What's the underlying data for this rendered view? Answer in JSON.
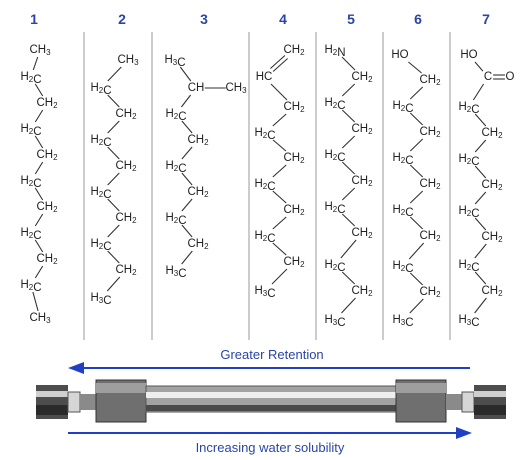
{
  "columns": [
    {
      "number": "1",
      "groups": [
        "CH3",
        "H2C",
        "CH2",
        "H2C",
        "CH2",
        "H2C",
        "CH2",
        "H2C",
        "CH2",
        "H2C",
        "CH3"
      ],
      "bonds": [
        [
          0,
          1
        ],
        [
          1,
          2
        ],
        [
          2,
          3
        ],
        [
          3,
          4
        ],
        [
          4,
          5
        ],
        [
          5,
          6
        ],
        [
          6,
          7
        ],
        [
          7,
          8
        ],
        [
          8,
          9
        ],
        [
          9,
          10
        ]
      ]
    },
    {
      "number": "2",
      "groups": [
        "CH3",
        "H2C",
        "CH2",
        "H2C",
        "CH2",
        "H2C",
        "CH2",
        "H2C",
        "CH2",
        "H3C"
      ],
      "bonds": [
        [
          0,
          1
        ],
        [
          1,
          2
        ],
        [
          2,
          3
        ],
        [
          3,
          4
        ],
        [
          4,
          5
        ],
        [
          5,
          6
        ],
        [
          6,
          7
        ],
        [
          7,
          8
        ],
        [
          8,
          9
        ]
      ]
    },
    {
      "number": "3",
      "groups": [
        "H3C",
        "CH",
        "CH3",
        "H2C",
        "CH2",
        "H2C",
        "CH2",
        "H2C",
        "CH2",
        "H3C"
      ],
      "bonds": [
        [
          0,
          1
        ],
        [
          1,
          2
        ],
        [
          1,
          3
        ],
        [
          3,
          4
        ],
        [
          4,
          5
        ],
        [
          5,
          6
        ],
        [
          6,
          7
        ],
        [
          7,
          8
        ],
        [
          8,
          9
        ]
      ]
    },
    {
      "number": "4",
      "groups": [
        "CH2",
        "HC",
        "CH2",
        "H2C",
        "CH2",
        "H2C",
        "CH2",
        "H2C",
        "CH2",
        "H3C"
      ],
      "bonds": [
        [
          0,
          1,
          2
        ],
        [
          1,
          2
        ],
        [
          2,
          3
        ],
        [
          3,
          4
        ],
        [
          4,
          5
        ],
        [
          5,
          6
        ],
        [
          6,
          7
        ],
        [
          7,
          8
        ],
        [
          8,
          9
        ]
      ]
    },
    {
      "number": "5",
      "groups": [
        "H2N",
        "CH2",
        "H2C",
        "CH2",
        "H2C",
        "CH2",
        "H2C",
        "CH2",
        "H2C",
        "CH2",
        "H3C"
      ],
      "bonds": [
        [
          0,
          1
        ],
        [
          1,
          2
        ],
        [
          2,
          3
        ],
        [
          3,
          4
        ],
        [
          4,
          5
        ],
        [
          5,
          6
        ],
        [
          6,
          7
        ],
        [
          7,
          8
        ],
        [
          8,
          9
        ],
        [
          9,
          10
        ]
      ]
    },
    {
      "number": "6",
      "groups": [
        "HO",
        "CH2",
        "H2C",
        "CH2",
        "H2C",
        "CH2",
        "H2C",
        "CH2",
        "H2C",
        "CH2",
        "H3C"
      ],
      "bonds": [
        [
          0,
          1
        ],
        [
          1,
          2
        ],
        [
          2,
          3
        ],
        [
          3,
          4
        ],
        [
          4,
          5
        ],
        [
          5,
          6
        ],
        [
          6,
          7
        ],
        [
          7,
          8
        ],
        [
          8,
          9
        ],
        [
          9,
          10
        ]
      ]
    },
    {
      "number": "7",
      "groups": [
        "HO",
        "C",
        "O",
        "H2C",
        "CH2",
        "H2C",
        "CH2",
        "H2C",
        "CH2",
        "H2C",
        "CH2",
        "H3C"
      ],
      "bonds": [
        [
          0,
          1
        ],
        [
          1,
          2,
          2
        ],
        [
          1,
          3
        ],
        [
          3,
          4
        ],
        [
          4,
          5
        ],
        [
          5,
          6
        ],
        [
          6,
          7
        ],
        [
          7,
          8
        ],
        [
          8,
          9
        ],
        [
          9,
          10
        ],
        [
          10,
          11
        ]
      ]
    }
  ],
  "captions": {
    "retention": "Greater Retention",
    "solubility": "Increasing water solubility"
  },
  "colors": {
    "accent": "#2a44a8",
    "arrow": "#1f3fc4",
    "column_body": "#9a9a9a",
    "fitting": "#6f6f6f"
  }
}
